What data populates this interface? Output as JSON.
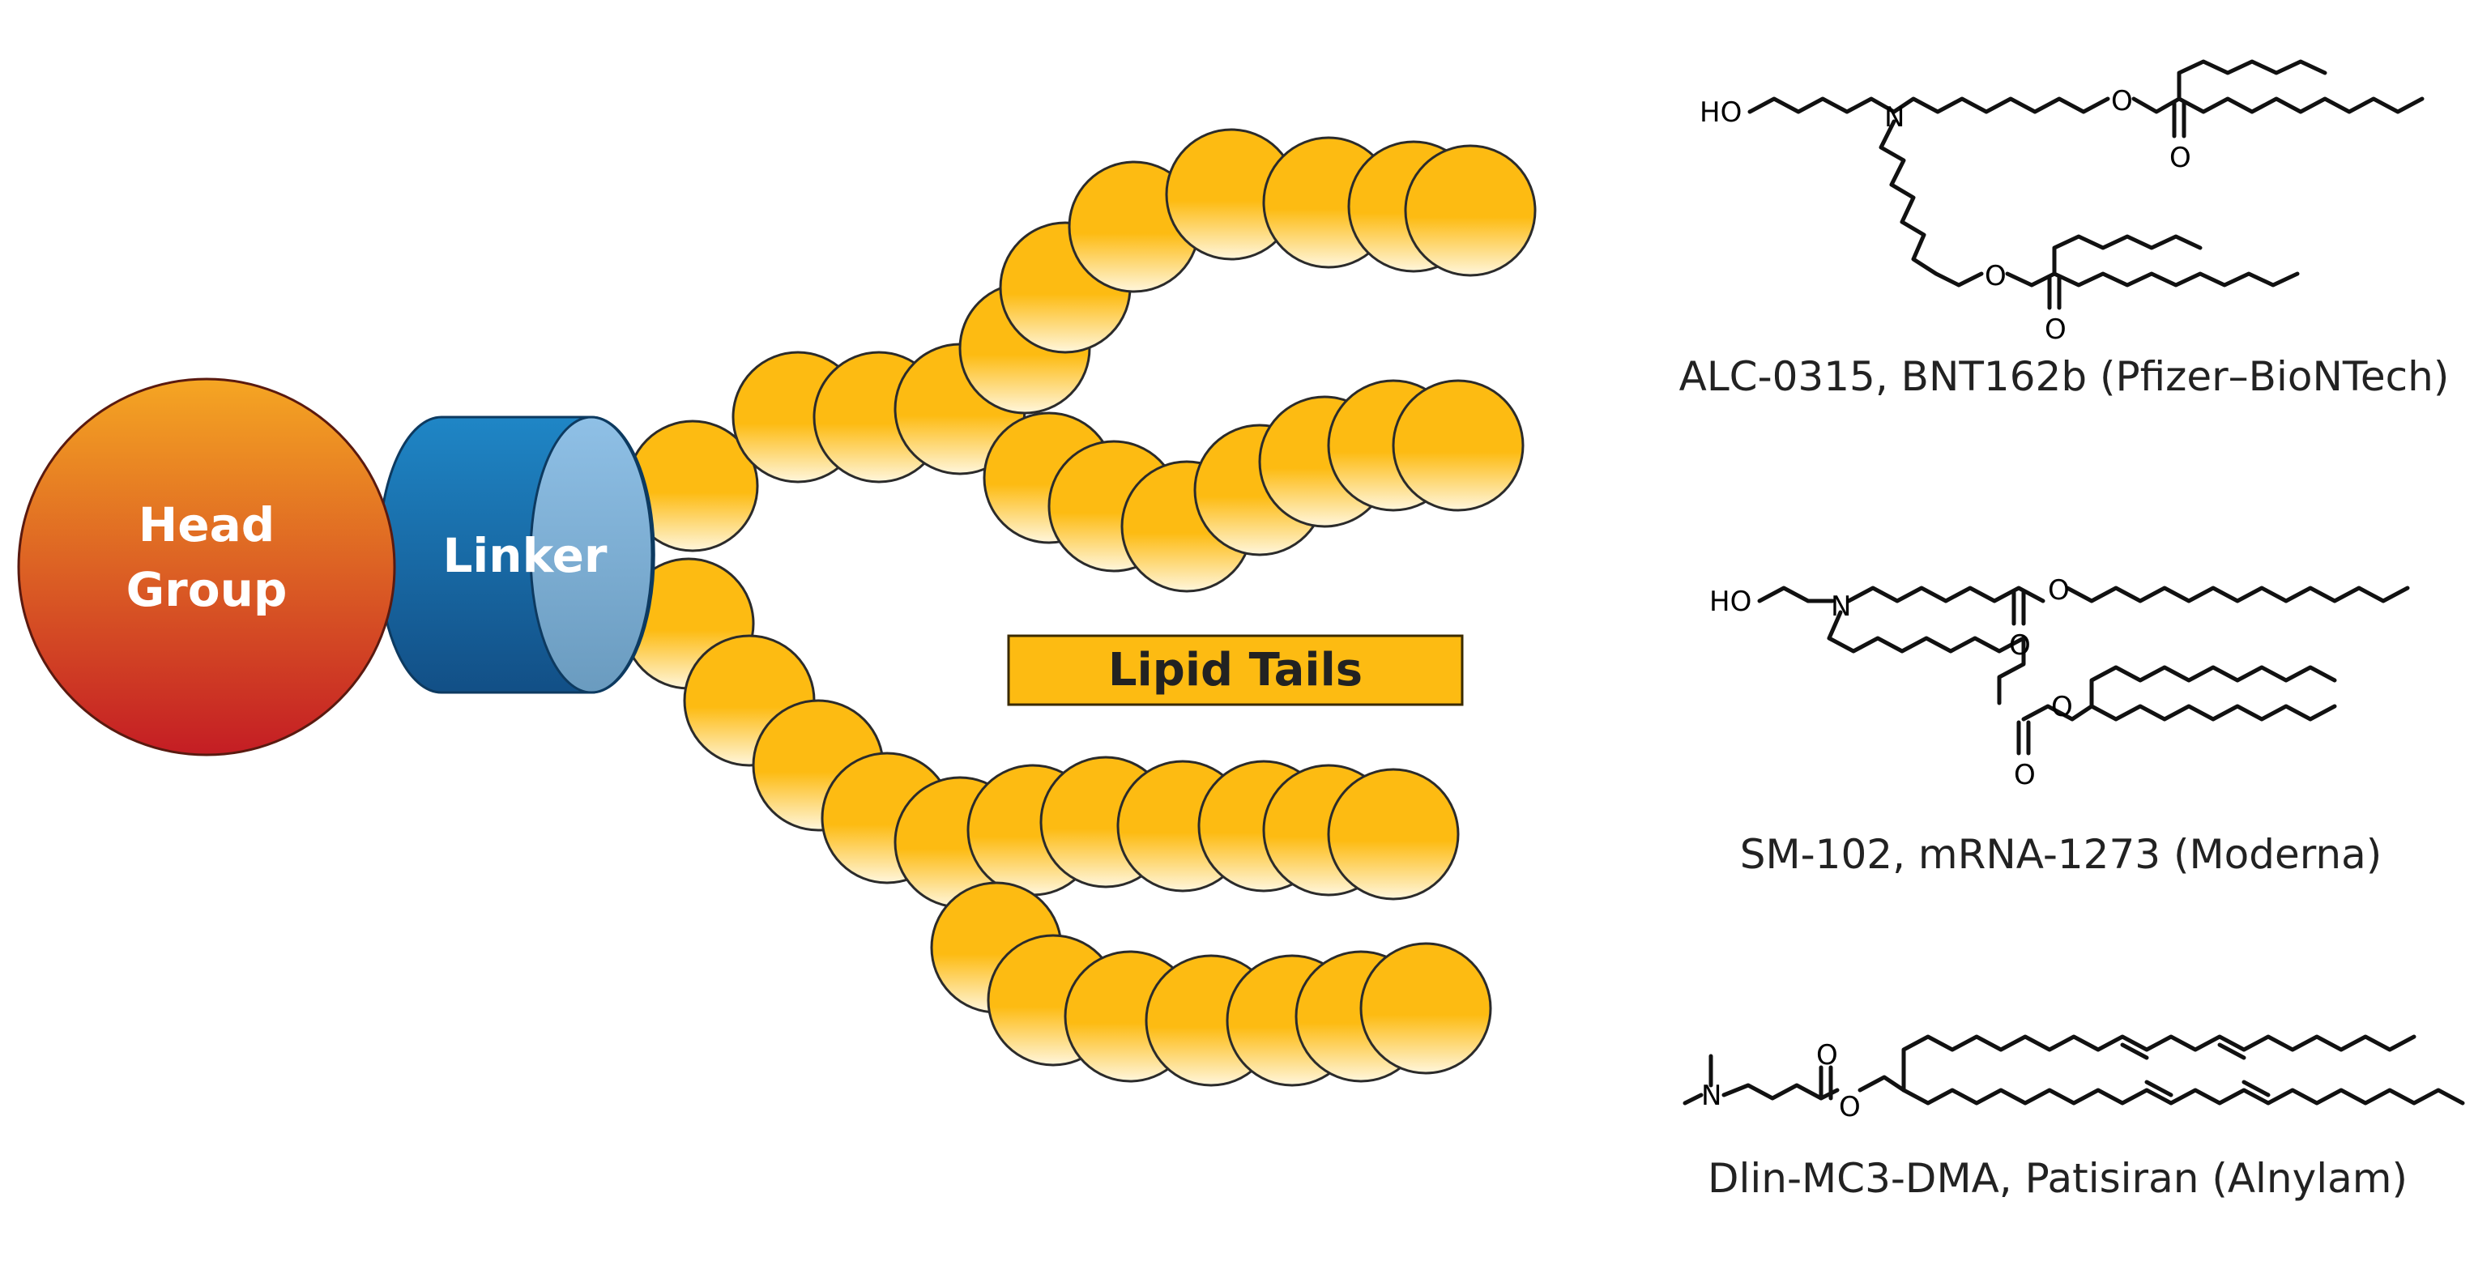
{
  "diagram": {
    "head_group": {
      "line1": "Head",
      "line2": "Group",
      "colors": [
        "#f5a623",
        "#c41d24"
      ]
    },
    "linker": {
      "label": "Linker",
      "colors": [
        "#1f86c6",
        "#124f86"
      ]
    },
    "lipid_tails": {
      "label": "Lipid Tails",
      "bead_colors": [
        "#fdbb12",
        "#fff6dc"
      ],
      "box_color": "#fdbb12"
    }
  },
  "compounds": [
    {
      "name": "ALC-0315, BNT162b (Pfizer–BioNTech)",
      "atoms": {
        "hydroxyl": "HO",
        "nitrogen": "N",
        "oxygen1": "O",
        "oxygen2": "O",
        "oxygen3": "O",
        "oxygen4": "O"
      }
    },
    {
      "name": "SM-102, mRNA-1273 (Moderna)",
      "atoms": {
        "hydroxyl": "HO",
        "nitrogen": "N",
        "oxygen1": "O",
        "oxygen2": "O",
        "oxygen3": "O",
        "oxygen4": "O"
      }
    },
    {
      "name": "Dlin-MC3-DMA, Patisiran (Alnylam)",
      "atoms": {
        "nitrogen": "N",
        "oxygen1": "O",
        "oxygen2": "O"
      }
    }
  ]
}
